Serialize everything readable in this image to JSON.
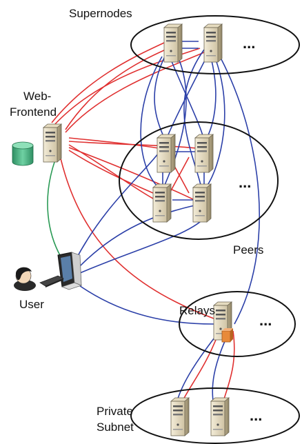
{
  "labels": {
    "supernodes": "Supernodes",
    "web_frontend_line1": "Web-",
    "web_frontend_line2": "Frontend",
    "peers": "Peers",
    "user": "User",
    "relays": "Relays",
    "private_line1": "Private",
    "private_line2": "Subnet",
    "ellipsis": "..."
  },
  "colors": {
    "server_link": "#e03030",
    "peer_link": "#2b3fa8",
    "user_to_frontend_link": "#2a9a55",
    "database": "#3aa57a",
    "firewall": "#e88a3a"
  },
  "icons": [
    "server-icon",
    "database-icon",
    "workstation-icon",
    "user-icon",
    "keyboard-icon",
    "firewall-icon"
  ]
}
